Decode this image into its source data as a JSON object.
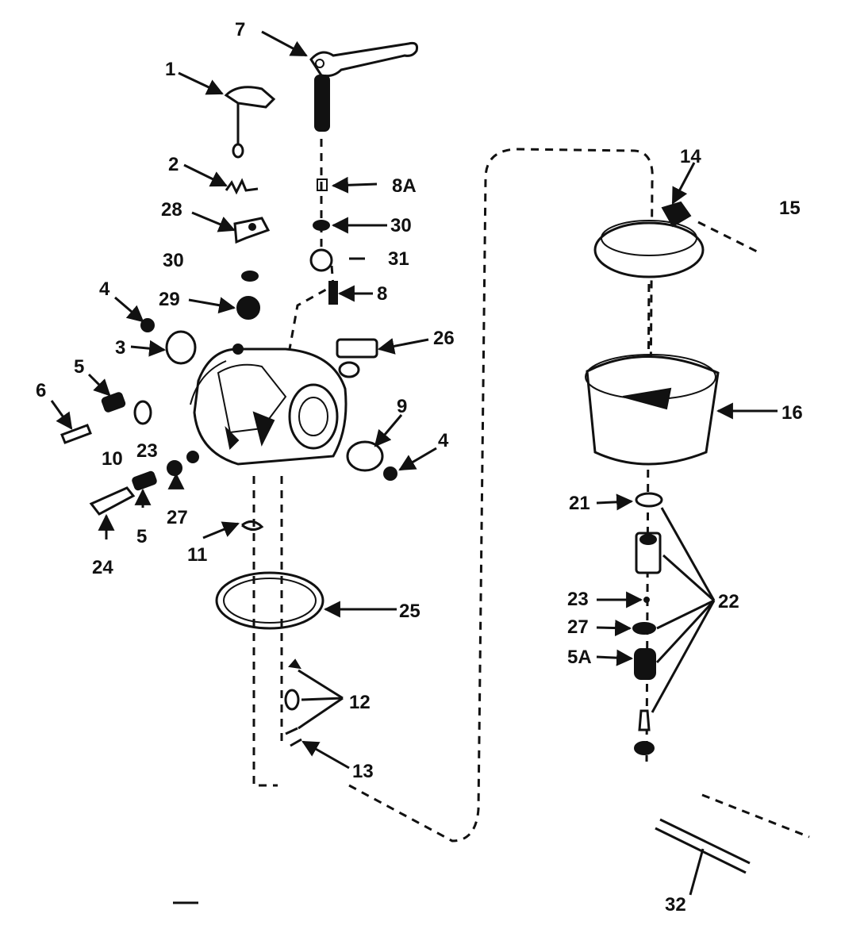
{
  "labels": {
    "l1": "1",
    "l2": "2",
    "l3": "3",
    "l4a": "4",
    "l4b": "4",
    "l5a": "5",
    "l5b": "5",
    "l5A": "5A",
    "l6": "6",
    "l7": "7",
    "l8": "8",
    "l8A": "8A",
    "l9": "9",
    "l10": "10",
    "l11": "11",
    "l12": "12",
    "l13": "13",
    "l14": "14",
    "l15": "15",
    "l16": "16",
    "l21": "21",
    "l22": "22",
    "l23a": "23",
    "l23b": "23",
    "l24": "24",
    "l25": "25",
    "l26": "26",
    "l27a": "27",
    "l27b": "27",
    "l28": "28",
    "l29": "29",
    "l30a": "30",
    "l30b": "30",
    "l31": "31",
    "l32": "32"
  },
  "colors": {
    "ink": "#111111",
    "paper": "#ffffff"
  }
}
